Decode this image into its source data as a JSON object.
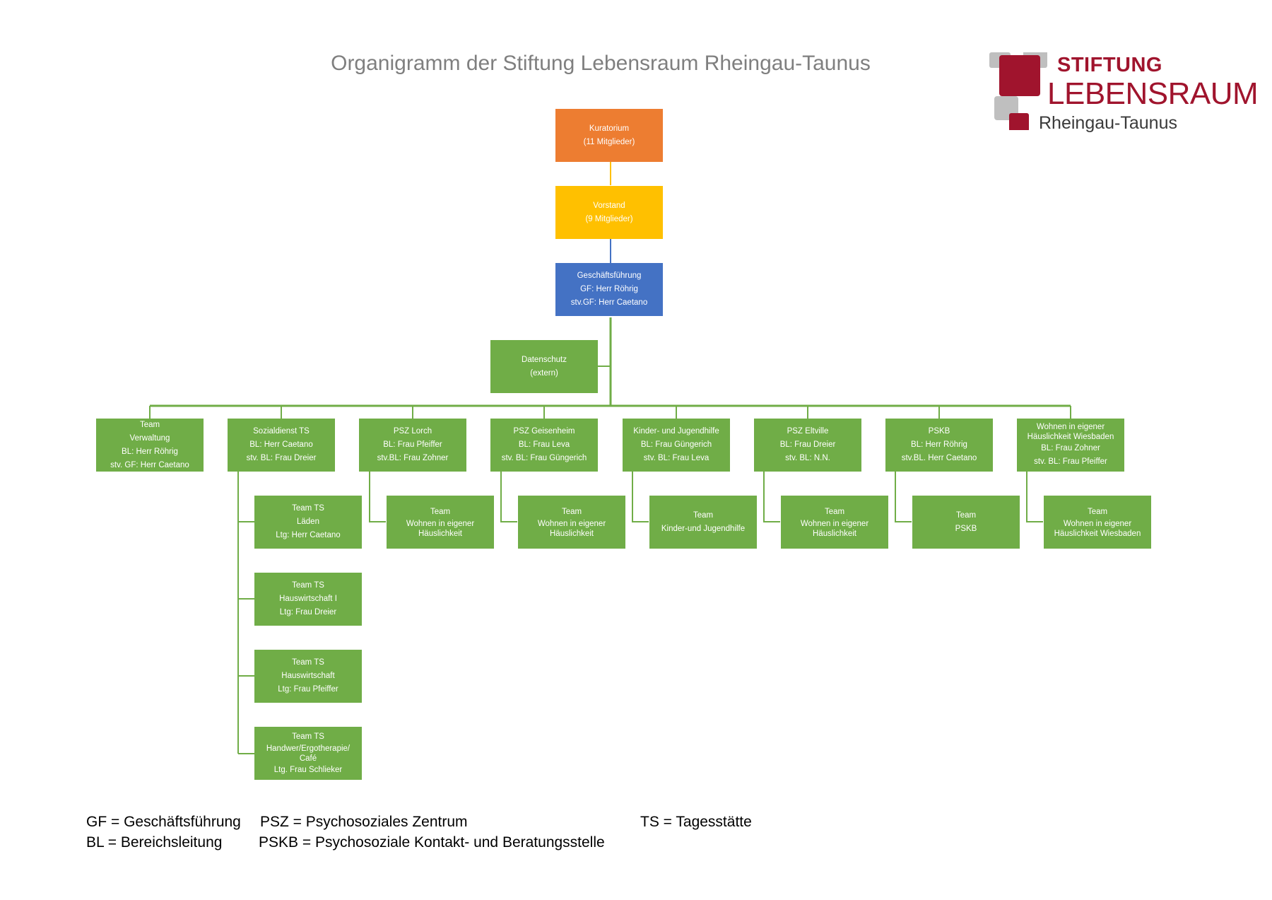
{
  "title": "Organigramm der Stiftung Lebensraum Rheingau-Taunus",
  "logo": {
    "line1": "STIFTUNG",
    "line2": "LEBENSRAUM",
    "line3": "Rheingau-Taunus"
  },
  "colors": {
    "green": "#70ad47",
    "orange": "#ed7d31",
    "yellow": "#ffc000",
    "blue": "#4472c4",
    "brand_red": "#a0142d",
    "logo_grey": "#bfbfbf"
  },
  "top": {
    "kuratorium": [
      "Kuratorium",
      "(11 Mitglieder)"
    ],
    "vorstand": [
      "Vorstand",
      "(9 Mitglieder)"
    ],
    "gf": [
      "Geschäftsführung",
      "GF: Herr Röhrig",
      "stv.GF: Herr Caetano"
    ],
    "datenschutz": [
      "Datenschutz",
      "(extern)"
    ]
  },
  "departments": [
    {
      "lines": [
        "Team",
        "Verwaltung",
        "BL: Herr Röhrig",
        "stv. GF: Herr Caetano"
      ]
    },
    {
      "lines": [
        "Sozialdienst TS",
        "BL: Herr Caetano",
        "stv. BL: Frau Dreier"
      ]
    },
    {
      "lines": [
        "PSZ Lorch",
        "BL: Frau Pfeiffer",
        "stv.BL: Frau Zohner"
      ]
    },
    {
      "lines": [
        "PSZ Geisenheim",
        "BL: Frau Leva",
        "stv. BL: Frau Güngerich"
      ]
    },
    {
      "lines": [
        "Kinder- und Jugendhilfe",
        "BL: Frau Güngerich",
        "stv. BL: Frau Leva"
      ]
    },
    {
      "lines": [
        "PSZ Eltville",
        "BL: Frau Dreier",
        "stv. BL: N.N."
      ]
    },
    {
      "lines": [
        "PSKB",
        "BL: Herr Röhrig",
        "stv.BL. Herr Caetano"
      ]
    },
    {
      "lines": [
        "Wohnen in eigener",
        "Häuslichkeit Wiesbaden",
        "BL: Frau Zohner",
        "stv. BL: Frau Pfeiffer"
      ]
    }
  ],
  "teams": [
    {
      "lines": [
        "Team",
        "Wohnen in eigener",
        "Häuslichkeit"
      ]
    },
    {
      "lines": [
        "Team",
        "Wohnen in eigener",
        "Häuslichkeit"
      ]
    },
    {
      "lines": [
        "Team",
        "Kinder-und Jugendhilfe"
      ]
    },
    {
      "lines": [
        "Team",
        "Wohnen in eigener",
        "Häuslichkeit"
      ]
    },
    {
      "lines": [
        "Team",
        "PSKB"
      ]
    },
    {
      "lines": [
        "Team",
        "Wohnen in eigener",
        "Häuslichkeit Wiesbaden"
      ]
    }
  ],
  "ts_teams": [
    {
      "lines": [
        "Team TS",
        "Läden",
        "Ltg: Herr Caetano"
      ]
    },
    {
      "lines": [
        "Team TS",
        "Hauswirtschaft I",
        "Ltg: Frau Dreier"
      ]
    },
    {
      "lines": [
        "Team TS",
        "Hauswirtschaft",
        "Ltg: Frau Pfeiffer"
      ]
    },
    {
      "lines": [
        "Team TS",
        "Handwer/Ergotherapie/",
        "Café",
        "Ltg. Frau Schlieker"
      ]
    }
  ],
  "legend": {
    "gf": "GF = Geschäftsführung",
    "psz": "PSZ = Psychosoziales Zentrum",
    "ts": "TS = Tagesstätte",
    "bl": "BL = Bereichsleitung",
    "pskb": "PSKB = Psychosoziale Kontakt- und Beratungsstelle"
  }
}
